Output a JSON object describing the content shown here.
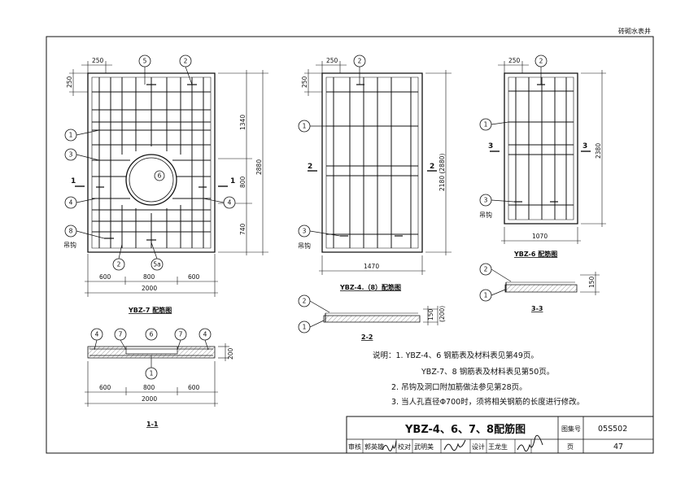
{
  "header": {
    "category": "砖砌水表井"
  },
  "ybz7": {
    "caption": "YBZ-7 配筋图",
    "dims_top": [
      "250"
    ],
    "dims_left": [
      "250"
    ],
    "dims_right": [
      "1340",
      "800",
      "740",
      "2880"
    ],
    "dims_bottom": [
      "600",
      "800",
      "600",
      "2000"
    ],
    "bubbles": [
      "5",
      "2",
      "1",
      "3",
      "4",
      "8",
      "2",
      "5a",
      "6",
      "4"
    ],
    "section_mark": "1",
    "hook_label": "吊钩"
  },
  "ybz4": {
    "caption": "YBZ-4.（8）配筋图",
    "dims_top": [
      "250"
    ],
    "dims_left": [
      "250"
    ],
    "dims_right": [
      "2180 (2880)"
    ],
    "dims_bottom": [
      "1470"
    ],
    "bubbles": [
      "2",
      "1",
      "3"
    ],
    "section_mark": "2",
    "hook_label": "吊钩"
  },
  "ybz6": {
    "caption": "YBZ-6 配筋图",
    "dims_top": [
      "250"
    ],
    "dims_right": [
      "2380"
    ],
    "dims_bottom": [
      "1070"
    ],
    "bubbles": [
      "2",
      "1",
      "3"
    ],
    "section_mark": "3",
    "hook_label": "吊钩"
  },
  "section11": {
    "caption": "1-1",
    "bubbles": [
      "4",
      "7",
      "6",
      "7",
      "4",
      "1"
    ],
    "dims_right": [
      "200"
    ],
    "dims_bottom": [
      "600",
      "800",
      "600",
      "2000"
    ]
  },
  "section22": {
    "caption": "2-2",
    "bubbles": [
      "2",
      "1"
    ],
    "dims_right": [
      "150",
      "(200)"
    ]
  },
  "section33": {
    "caption": "3-3",
    "bubbles": [
      "2",
      "1"
    ],
    "dims_right": [
      "150"
    ]
  },
  "notes": [
    "说明：1. YBZ-4、6 钢筋表及材料表见第49页。",
    "YBZ-7、8 钢筋表及材料表见第50页。",
    "2. 吊钩及洞口附加筋做法参见第28页。",
    "3. 当人孔直径Φ700时，须将相关钢筋的长度进行修改。"
  ],
  "titleblock": {
    "title": "YBZ-4、6、7、8配筋图",
    "atlas_label": "图集号",
    "atlas_no": "05S502",
    "review_label": "审核",
    "review_name": "郭英雄",
    "check_label": "校对",
    "check_name": "武明美",
    "design_label": "设计",
    "design_name": "王龙生",
    "page_label": "页",
    "page_no": "47"
  }
}
